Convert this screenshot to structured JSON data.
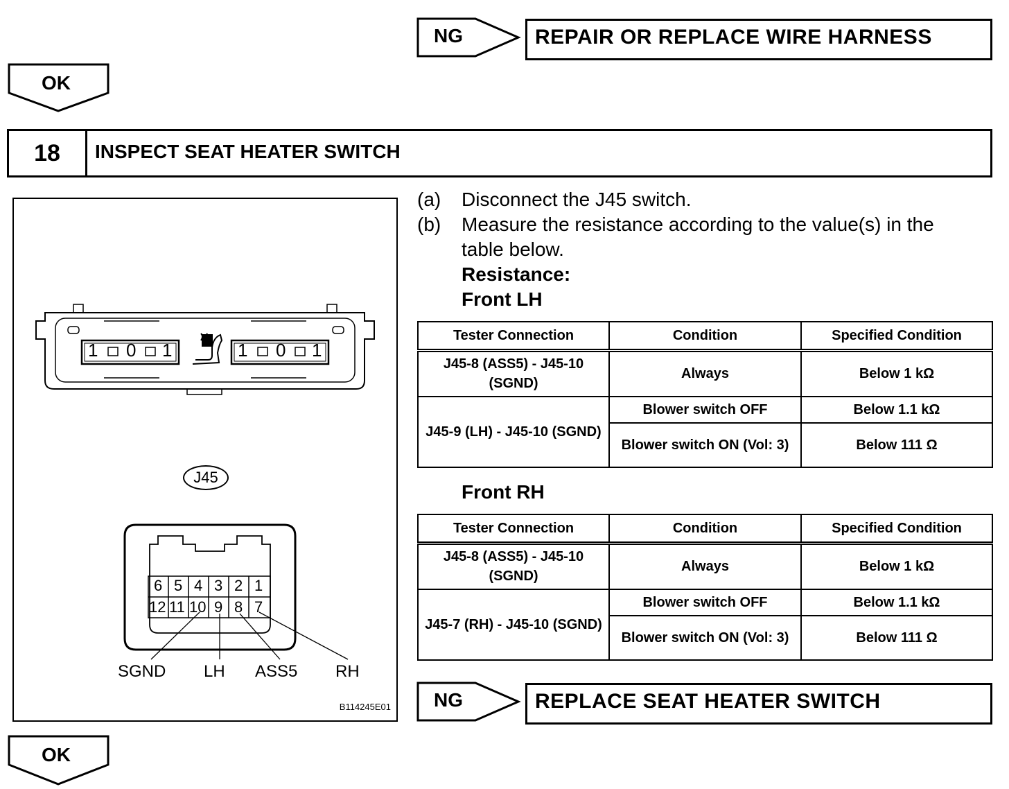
{
  "top_ng": {
    "ng_label": "NG",
    "result": "REPAIR OR REPLACE WIRE HARNESS"
  },
  "top_ok": {
    "label": "OK"
  },
  "step": {
    "number": "18",
    "title": "INSPECT SEAT HEATER SWITCH"
  },
  "instructions": {
    "a_label": "(a)",
    "a_text": "Disconnect the J45 switch.",
    "b_label": "(b)",
    "b_text_line1": "Measure the resistance according to the value(s) in the",
    "b_text_line2": "table below.",
    "resistance_label": "Resistance:"
  },
  "front_lh": {
    "heading": "Front LH",
    "headers": [
      "Tester Connection",
      "Condition",
      "Specified Condition"
    ],
    "row1": {
      "connection": "J45-8 (ASS5) - J45-10 (SGND)",
      "condition": "Always",
      "specified": "Below 1 kΩ"
    },
    "row2": {
      "connection": "J45-9 (LH) - J45-10 (SGND)",
      "condition_a": "Blower switch OFF",
      "specified_a": "Below 1.1 kΩ",
      "condition_b": "Blower switch ON (Vol: 3)",
      "specified_b": "Below 111 Ω"
    }
  },
  "front_rh": {
    "heading": "Front RH",
    "headers": [
      "Tester Connection",
      "Condition",
      "Specified Condition"
    ],
    "row1": {
      "connection": "J45-8 (ASS5) - J45-10 (SGND)",
      "condition": "Always",
      "specified": "Below 1 kΩ"
    },
    "row2": {
      "connection": "J45-7 (RH) - J45-10 (SGND)",
      "condition_a": "Blower switch OFF",
      "specified_a": "Below 1.1 kΩ",
      "condition_b": "Blower switch ON (Vol: 3)",
      "specified_b": "Below 111 Ω"
    }
  },
  "figure": {
    "connector_label": "J45",
    "pins_top": [
      "6",
      "5",
      "4",
      "3",
      "2",
      "1"
    ],
    "pins_bottom": [
      "12",
      "11",
      "10",
      "9",
      "8",
      "7"
    ],
    "switch_left": [
      "1",
      "0",
      "1"
    ],
    "switch_right": [
      "1",
      "0",
      "1"
    ],
    "callout_sgnd": "SGND",
    "callout_lh": "LH",
    "callout_ass5": "ASS5",
    "callout_rh": "RH",
    "figure_id": "B114245E01"
  },
  "bottom_ng": {
    "ng_label": "NG",
    "result": "REPLACE SEAT HEATER SWITCH"
  },
  "bottom_ok": {
    "label": "OK"
  }
}
